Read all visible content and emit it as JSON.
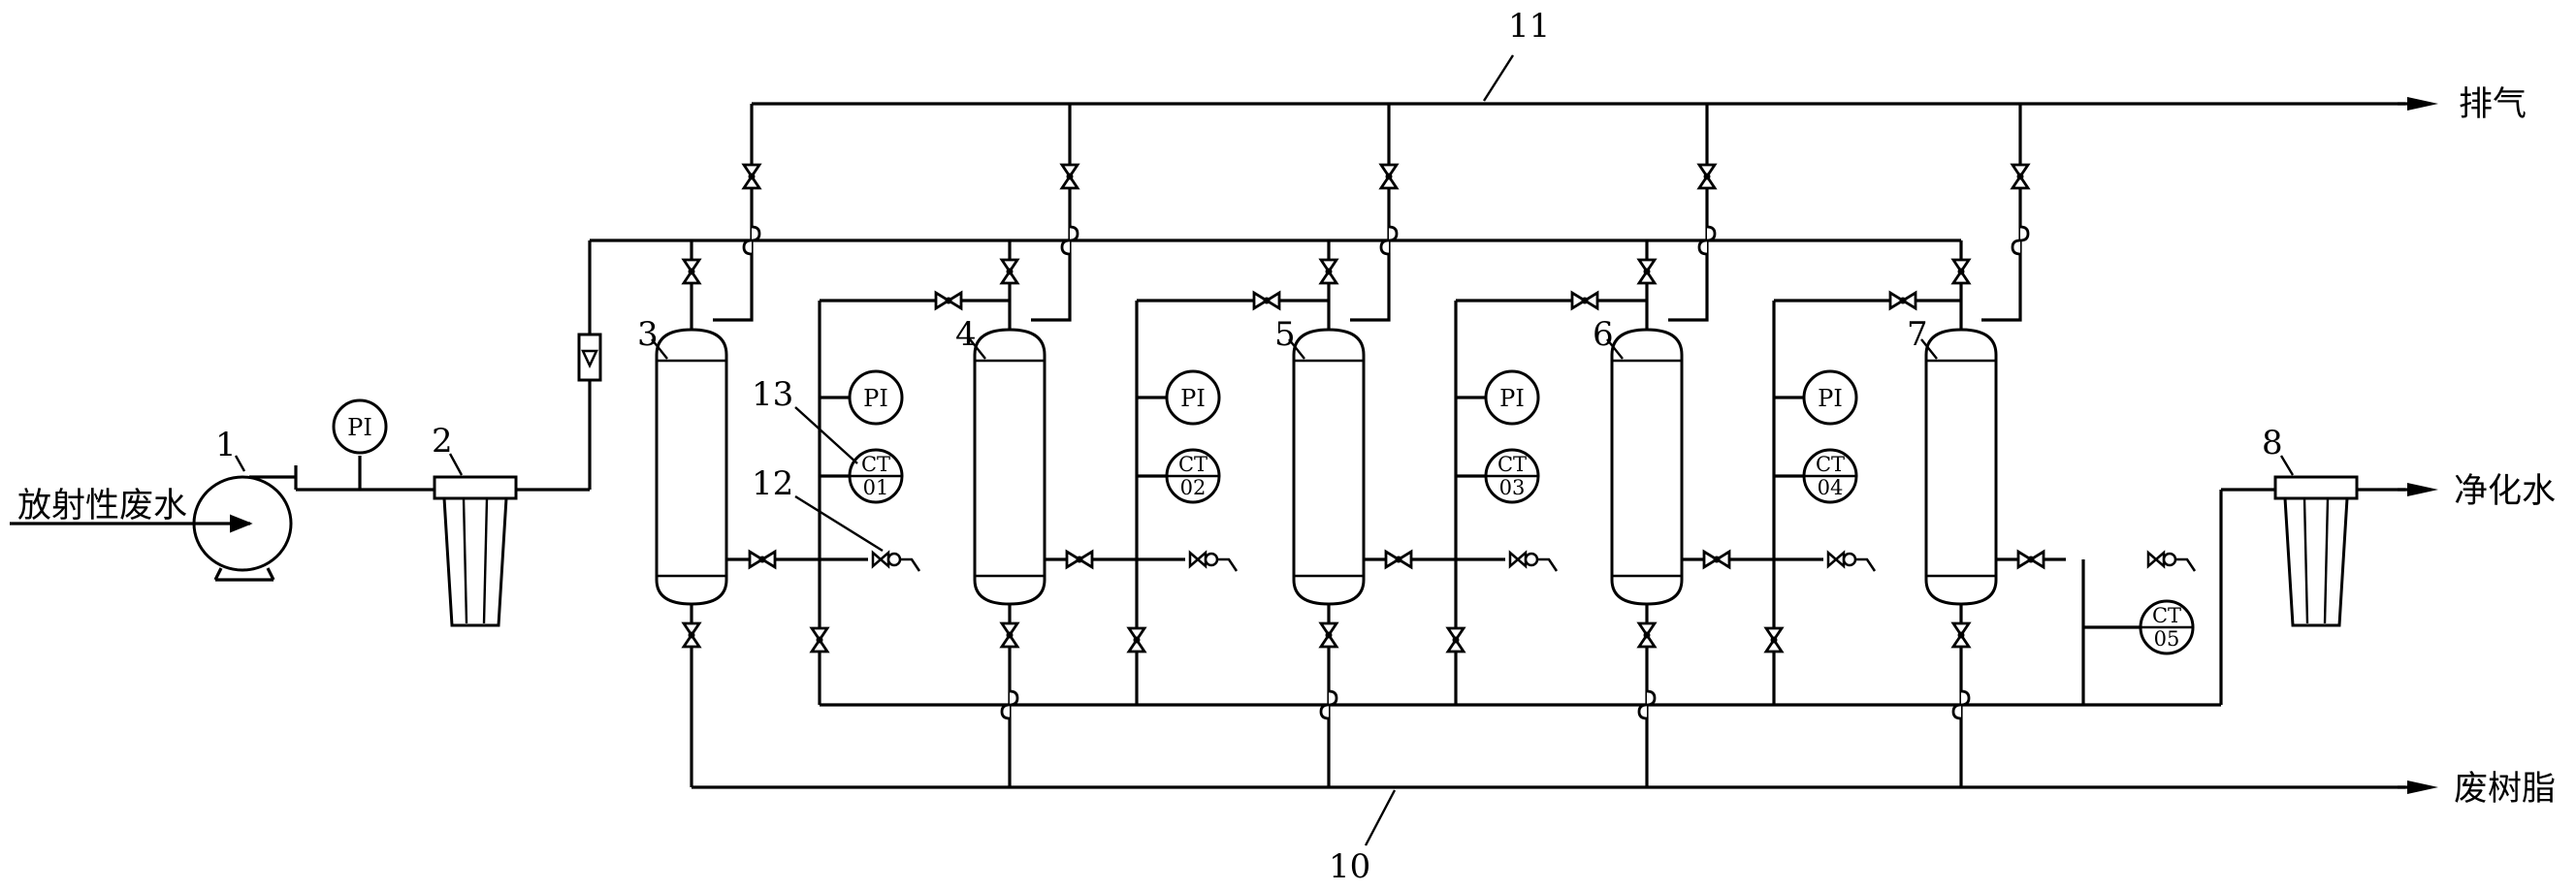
{
  "labels": {
    "inlet": "放射性废水",
    "vent": "排气",
    "purified": "净化水",
    "waste_resin": "废树脂"
  },
  "callouts": {
    "pump": "1",
    "filter": "2",
    "column_1": "3",
    "column_2": "4",
    "column_3": "5",
    "column_4": "6",
    "column_5": "7",
    "final_filter": "8",
    "resin_line": "10",
    "vent_line": "11",
    "sample_valve": "12",
    "instrument": "13"
  },
  "instruments": {
    "pi": "PI",
    "ct": "CT",
    "ct_numbers": [
      "01",
      "02",
      "03",
      "04",
      "05"
    ]
  },
  "colors": {
    "line": "#000000",
    "background": "#ffffff"
  },
  "icons": [
    "pump-icon",
    "filter-housing-icon",
    "flowmeter-icon",
    "ion-exchange-column-icon",
    "butterfly-valve-icon",
    "pressure-gauge-icon",
    "conductivity-sensor-icon",
    "arrow-icon"
  ]
}
